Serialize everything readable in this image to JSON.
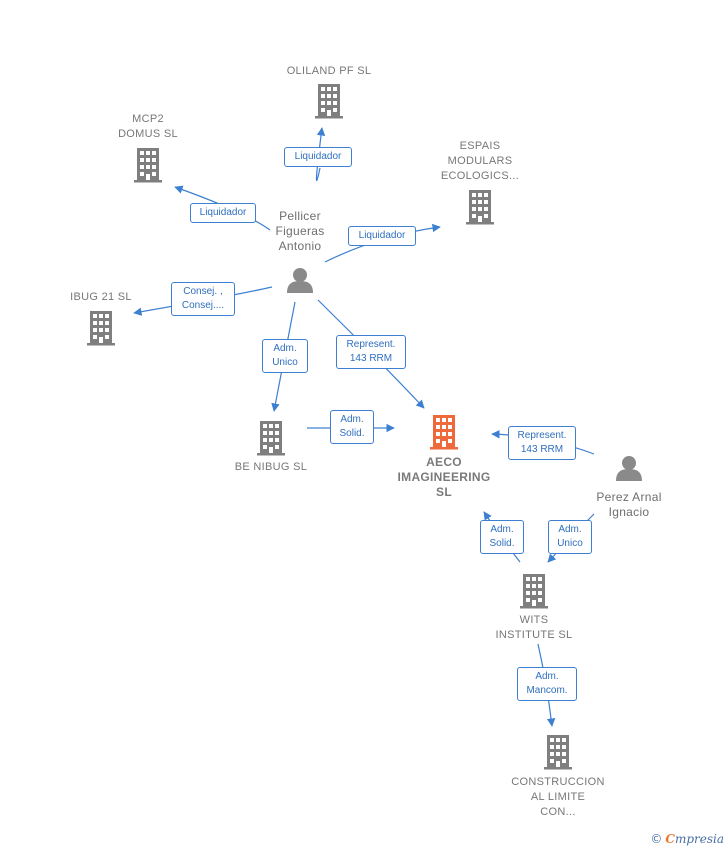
{
  "colors": {
    "edge": "#3d7fd1",
    "company": "#7f7f7f",
    "main_company": "#ef6a3a",
    "person": "#8a8a8a"
  },
  "nodes": [
    {
      "id": "oliland",
      "kind": "company",
      "label": "OLILAND PF SL"
    },
    {
      "id": "mcp2",
      "kind": "company",
      "label": "MCP2\nDOMUS SL"
    },
    {
      "id": "espais",
      "kind": "company",
      "label": "ESPAIS\nMODULARS\nECOLOGICS..."
    },
    {
      "id": "ibug",
      "kind": "company",
      "label": "IBUG 21 SL"
    },
    {
      "id": "pellicer",
      "kind": "person",
      "label": "Pellicer\nFigueras\nAntonio"
    },
    {
      "id": "benibug",
      "kind": "company",
      "label": "BE NIBUG SL"
    },
    {
      "id": "aeco",
      "kind": "main",
      "label": "AECO\nIMAGINEERING\nSL"
    },
    {
      "id": "perez",
      "kind": "person",
      "label": "Perez Arnal\nIgnacio"
    },
    {
      "id": "wits",
      "kind": "company",
      "label": "WITS\nINSTITUTE  SL"
    },
    {
      "id": "construccion",
      "kind": "company",
      "label": "CONSTRUCCION\nAL LIMITE\nCON..."
    }
  ],
  "edges": [
    {
      "from": "pellicer",
      "to": "oliland",
      "label": "Liquidador"
    },
    {
      "from": "pellicer",
      "to": "mcp2",
      "label": "Liquidador"
    },
    {
      "from": "pellicer",
      "to": "espais",
      "label": "Liquidador"
    },
    {
      "from": "pellicer",
      "to": "ibug",
      "label": "Consej. ,\nConsej...."
    },
    {
      "from": "pellicer",
      "to": "benibug",
      "label": "Adm.\nUnico"
    },
    {
      "from": "pellicer",
      "to": "aeco",
      "label": "Represent.\n143 RRM"
    },
    {
      "from": "benibug",
      "to": "aeco",
      "label": "Adm.\nSolid."
    },
    {
      "from": "perez",
      "to": "aeco",
      "label": "Represent.\n143 RRM"
    },
    {
      "from": "perez",
      "to": "wits",
      "label": "Adm.\nUnico"
    },
    {
      "from": "wits",
      "to": "aeco",
      "label": "Adm.\nSolid."
    },
    {
      "from": "wits",
      "to": "construccion",
      "label": "Adm.\nMancom."
    }
  ],
  "footer": {
    "copyright": "©",
    "brand_first": "C",
    "brand_rest": "mpresia"
  }
}
